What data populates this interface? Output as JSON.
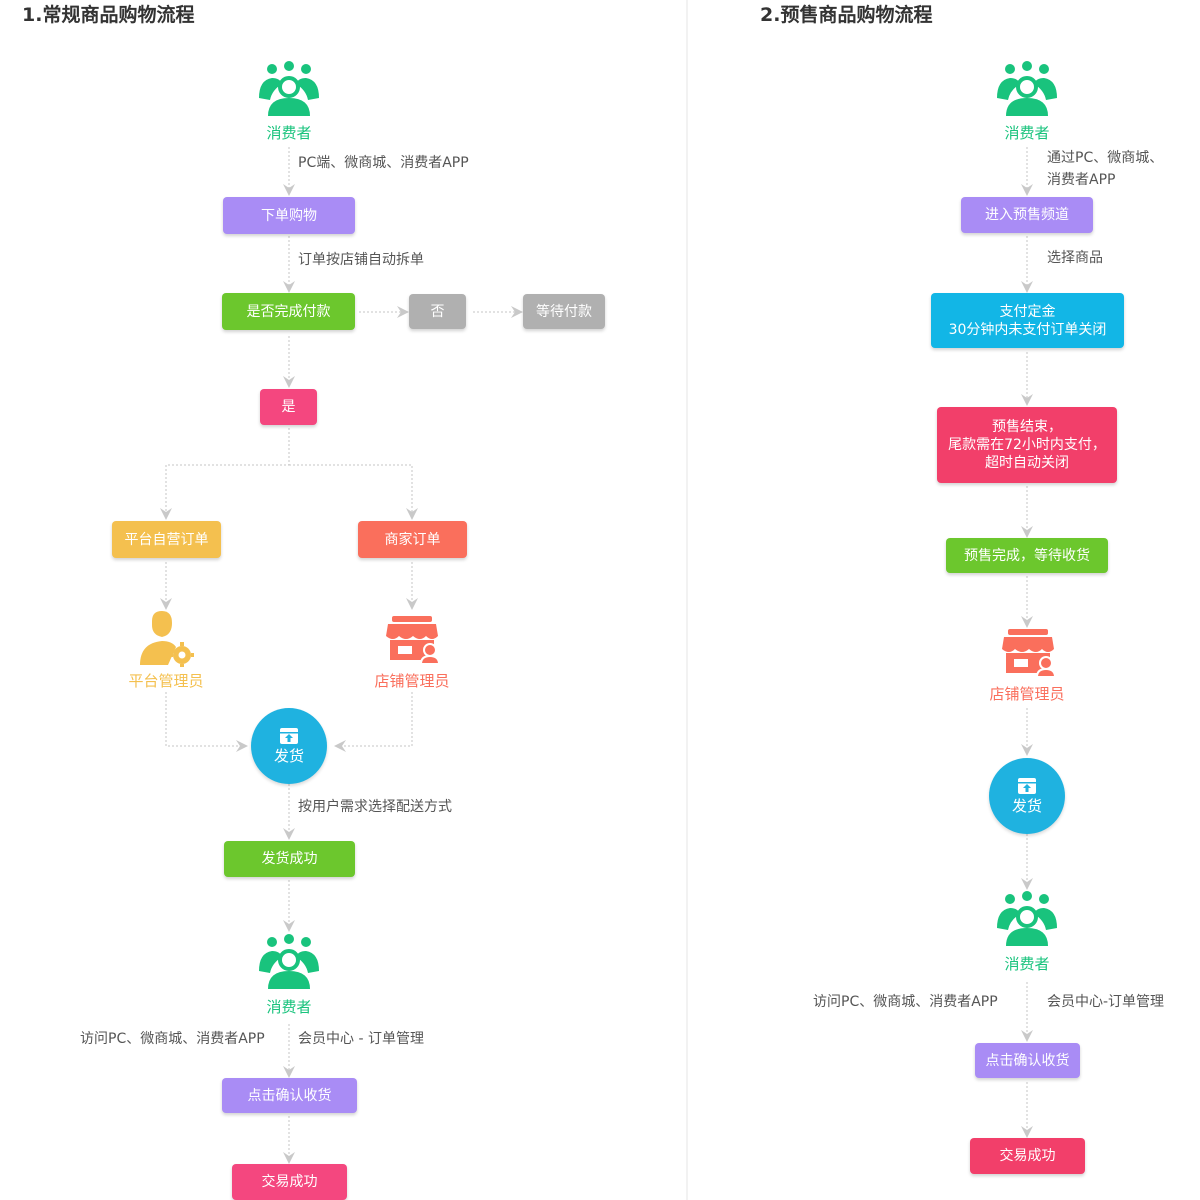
{
  "left": {
    "title": "1.常规商品购物流程",
    "consumer_top": "消费者",
    "note_channels": "PC端、微商城、消费者APP",
    "place_order": "下单购物",
    "note_split": "订单按店铺自动拆单",
    "paid_question": "是否完成付款",
    "no": "否",
    "wait_pay": "等待付款",
    "yes": "是",
    "platform_order": "平台自营订单",
    "merchant_order": "商家订单",
    "platform_admin": "平台管理员",
    "shop_admin": "店铺管理员",
    "ship": "发货",
    "note_delivery": "按用户需求选择配送方式",
    "ship_success": "发货成功",
    "consumer_bottom": "消费者",
    "note_visit": "访问PC、微商城、消费者APP",
    "note_member": "会员中心 - 订单管理",
    "confirm_receipt": "点击确认收货",
    "deal_success": "交易成功"
  },
  "right": {
    "title": "2.预售商品购物流程",
    "consumer_top": "消费者",
    "note_channels_1": "通过PC、微商城、",
    "note_channels_2": "消费者APP",
    "enter_channel": "进入预售频道",
    "note_select": "选择商品",
    "deposit_1": "支付定金",
    "deposit_2": "30分钟内未支付订单关闭",
    "presale_end_1": "预售结束，",
    "presale_end_2": "尾款需在72小时内支付，",
    "presale_end_3": "超时自动关闭",
    "presale_done": "预售完成，等待收货",
    "shop_admin": "店铺管理员",
    "ship": "发货",
    "consumer_bottom": "消费者",
    "note_visit": "访问PC、微商城、消费者APP",
    "note_member": "会员中心-订单管理",
    "confirm_receipt": "点击确认收货",
    "deal_success": "交易成功"
  },
  "colors": {
    "green": "#19c37d",
    "purple": "#a98cf5",
    "lime": "#6cc72d",
    "gray": "#b0b0b0",
    "pink": "#f4477f",
    "yellow": "#f4c04f",
    "coral": "#fa6f5c",
    "blue": "#1fb2e0",
    "cyan": "#12b6e6",
    "red": "#f23f6a"
  },
  "icons": {
    "consumer": "consumers-group-icon",
    "platform_admin": "admin-gear-icon",
    "shop_admin": "storefront-icon",
    "ship": "box-upload-icon"
  }
}
